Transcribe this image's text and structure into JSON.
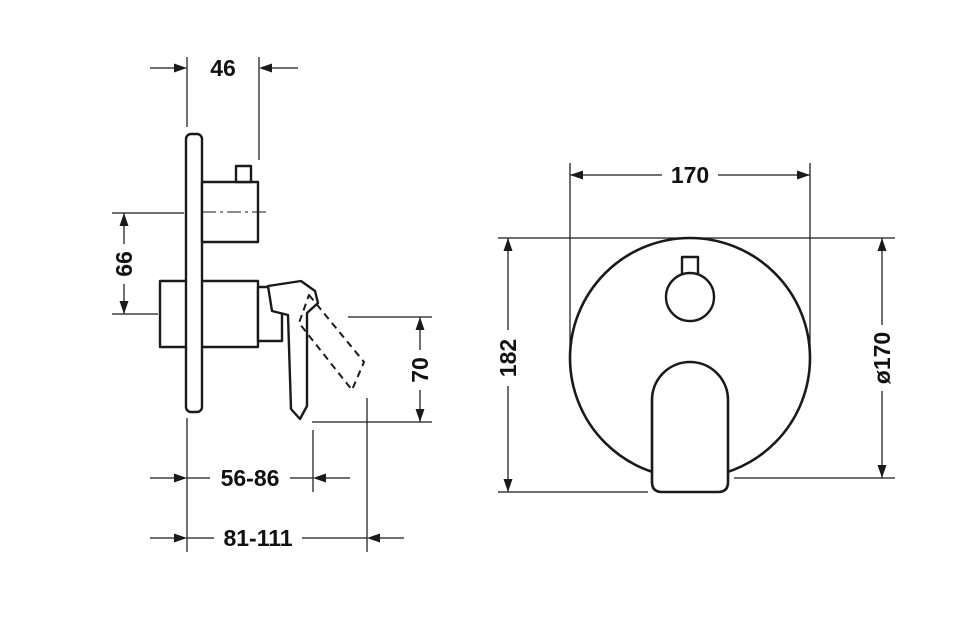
{
  "drawing": {
    "type": "technical-dimension-drawing",
    "colors": {
      "line": "#1a1a1a",
      "background": "#ffffff"
    },
    "side_view": {
      "dim_depth_top": "46",
      "dim_height_offset": "66",
      "dim_lever_drop": "70",
      "dim_range_inner": "56-86",
      "dim_range_outer": "81-111"
    },
    "front_view": {
      "dim_width": "170",
      "dim_height": "182",
      "dim_diameter": "ø170"
    }
  }
}
